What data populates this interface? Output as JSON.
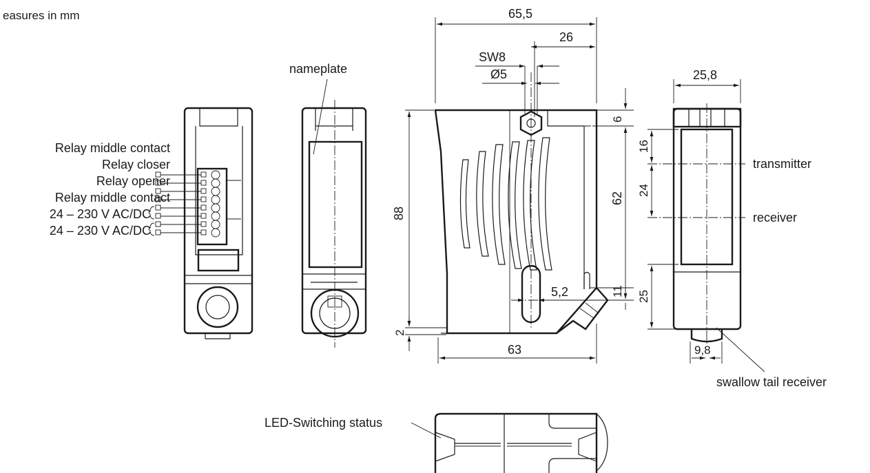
{
  "header": {
    "units_note": "easures in mm"
  },
  "connector": {
    "labels": [
      "Relay middle contact",
      "Relay closer",
      "Relay opener",
      "Relay middle contact",
      "24 – 230 V AC/DC",
      "24 – 230 V AC/DC"
    ]
  },
  "labels": {
    "nameplate": "nameplate",
    "transmitter": "transmitter",
    "receiver": "receiver",
    "swallow_tail_receiver": "swallow tail receiver",
    "led_switching_status": "LED-Switching status"
  },
  "dimensions": {
    "width_total": "65,5",
    "width_offset": "26",
    "wrench_size": "SW8",
    "hole_diameter": "Ø5",
    "height_total": "88",
    "height_62": "62",
    "top_6": "6",
    "bottom_11": "11",
    "slot_5_2": "5,2",
    "bottom_2": "2",
    "base_width": "63",
    "depth": "25,8",
    "optic_16": "16",
    "optic_24": "24",
    "lower_25": "25",
    "tail_9_8": "9,8"
  }
}
